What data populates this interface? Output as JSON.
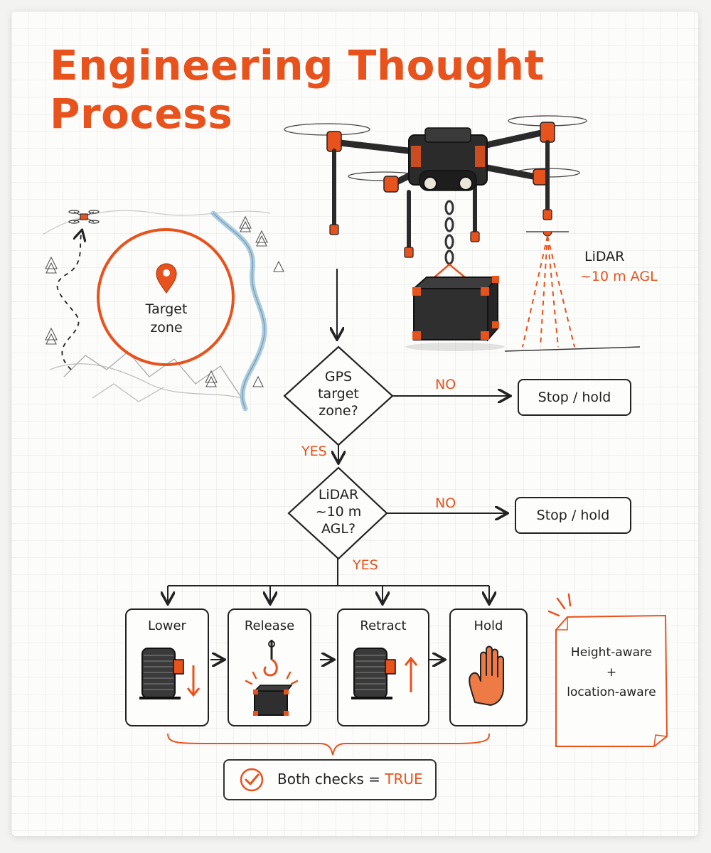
{
  "title": "Engineering Thought Process",
  "map": {
    "target_label_line1": "Target",
    "target_label_line2": "zone"
  },
  "lidar": {
    "label": "LiDAR",
    "height": "~10 m AGL"
  },
  "decision_gps": {
    "line1": "GPS",
    "line2": "target",
    "line3": "zone?",
    "no_label": "NO",
    "yes_label": "YES",
    "no_outcome": "Stop / hold"
  },
  "decision_lidar": {
    "line1": "LiDAR",
    "line2": "~10 m",
    "line3": "AGL?",
    "no_label": "NO",
    "yes_label": "YES",
    "no_outcome": "Stop / hold"
  },
  "steps": [
    {
      "label": "Lower"
    },
    {
      "label": "Release"
    },
    {
      "label": "Retract"
    },
    {
      "label": "Hold"
    }
  ],
  "note": {
    "line1": "Height-aware",
    "line2": "+",
    "line3": "location-aware"
  },
  "result": {
    "text": "Both checks =",
    "value": "TRUE"
  },
  "colors": {
    "accent": "#e8521c",
    "ink": "#1f1f1f",
    "river": "#9fc3d8"
  }
}
